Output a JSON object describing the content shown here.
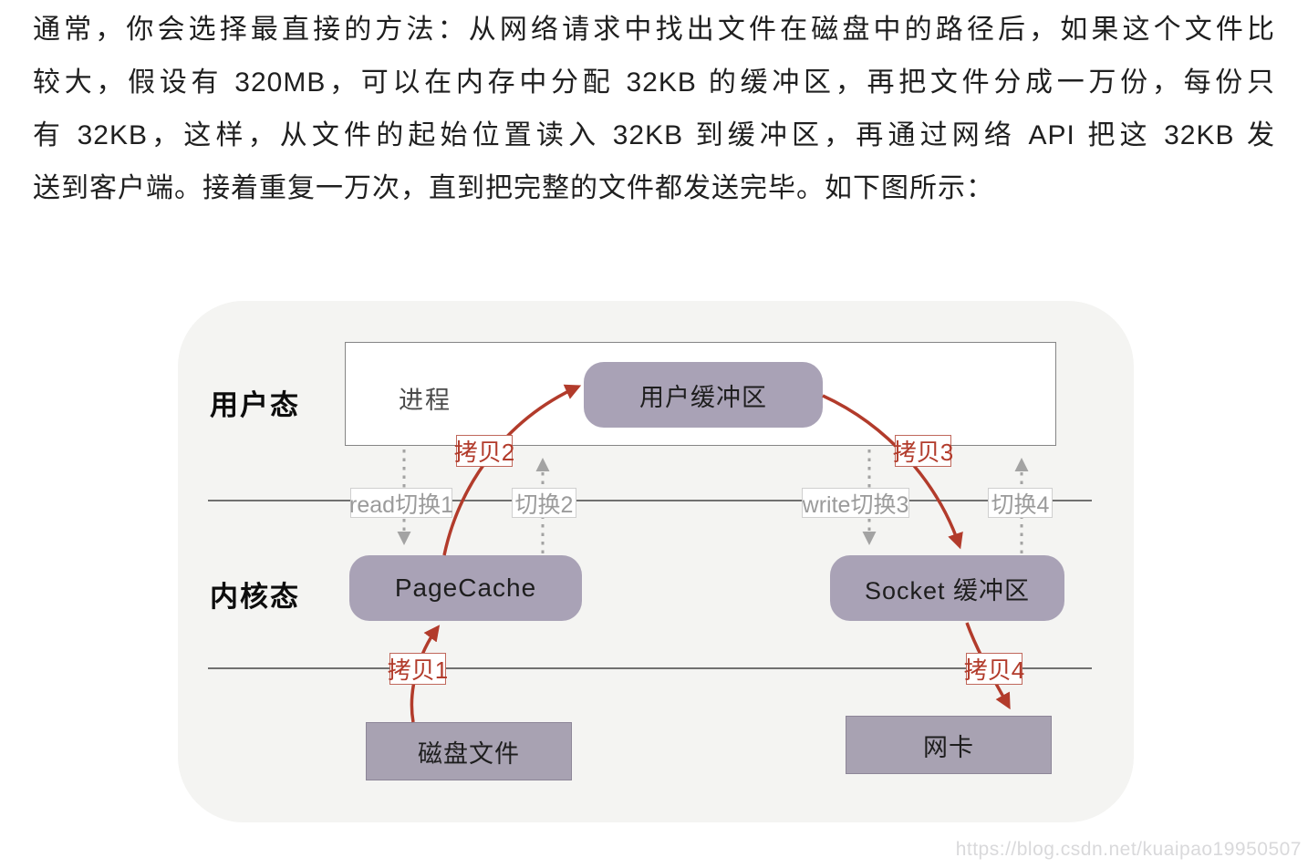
{
  "paragraph": {
    "lines": [
      "通常，你会选择最直接的方法：从网络请求中找出文件在磁盘中的路径后，如果这个文件比",
      "较大，假设有 320MB，可以在内存中分配 32KB 的缓冲区，再把文件分成一万份，每份只",
      "有 32KB，这样，从文件的起始位置读入 32KB 到缓冲区，再通过网络 API 把这 32KB 发",
      "送到客户端。接着重复一万次，直到把完整的文件都发送完毕。如下图所示："
    ]
  },
  "diagram": {
    "layers": {
      "user_mode": "用户态",
      "kernel_mode": "内核态"
    },
    "nodes": {
      "process": "进程",
      "user_buffer": "用户缓冲区",
      "page_cache": "PageCache",
      "socket_buffer": "Socket 缓冲区",
      "disk_file": "磁盘文件",
      "nic": "网卡"
    },
    "copy_labels": {
      "copy1": "拷贝1",
      "copy2": "拷贝2",
      "copy3": "拷贝3",
      "copy4": "拷贝4"
    },
    "switch_labels": {
      "switch1": "read切换1",
      "switch2": "切换2",
      "switch3": "write切换3",
      "switch4": "切换4"
    },
    "colors": {
      "accent_red": "#b23b2b",
      "node_purple": "#a9a2b6",
      "container_bg": "#f4f4f2",
      "dashed_gray": "#a3a3a3",
      "boundary_line_gray": "#707070"
    }
  },
  "watermark": "https://blog.csdn.net/kuaipao19950507"
}
